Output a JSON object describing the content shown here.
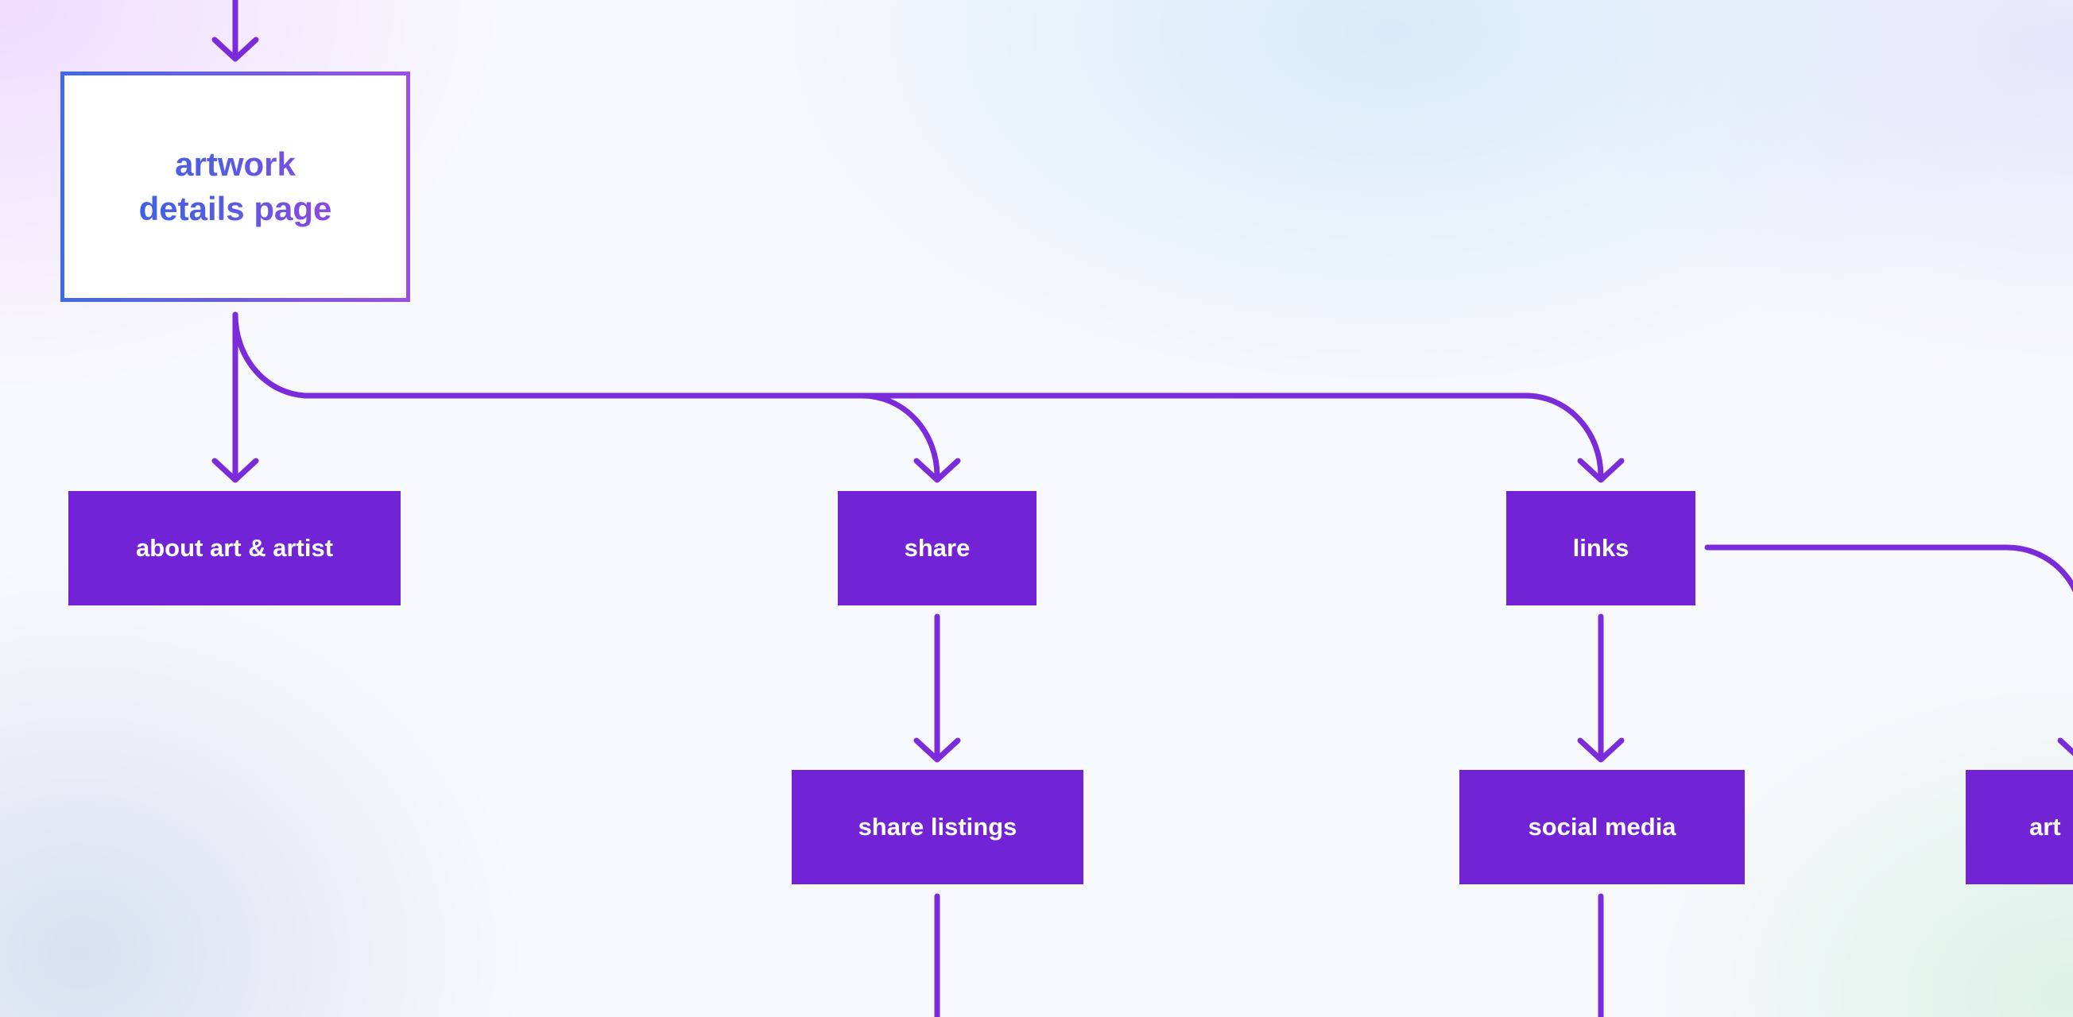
{
  "diagram": {
    "colors": {
      "connector": "#7b2bd9",
      "node_fill": "#7323d6",
      "node_text": "#ffffff",
      "page_border_start": "#3f6be4",
      "page_border_end": "#9b4fe0"
    },
    "page_node": {
      "label": "artwork\ndetails page"
    },
    "nodes": [
      {
        "id": "about",
        "label": "about art & artist"
      },
      {
        "id": "share",
        "label": "share"
      },
      {
        "id": "links",
        "label": "links"
      },
      {
        "id": "share_listings",
        "label": "share listings"
      },
      {
        "id": "social_media",
        "label": "social media"
      },
      {
        "id": "art_partial",
        "label": "art"
      }
    ],
    "edges": [
      {
        "from": "artwork details page",
        "to": "about art & artist"
      },
      {
        "from": "artwork details page",
        "to": "share"
      },
      {
        "from": "artwork details page",
        "to": "links"
      },
      {
        "from": "share",
        "to": "share listings"
      },
      {
        "from": "links",
        "to": "social media"
      },
      {
        "from": "links",
        "to": "art"
      }
    ]
  }
}
